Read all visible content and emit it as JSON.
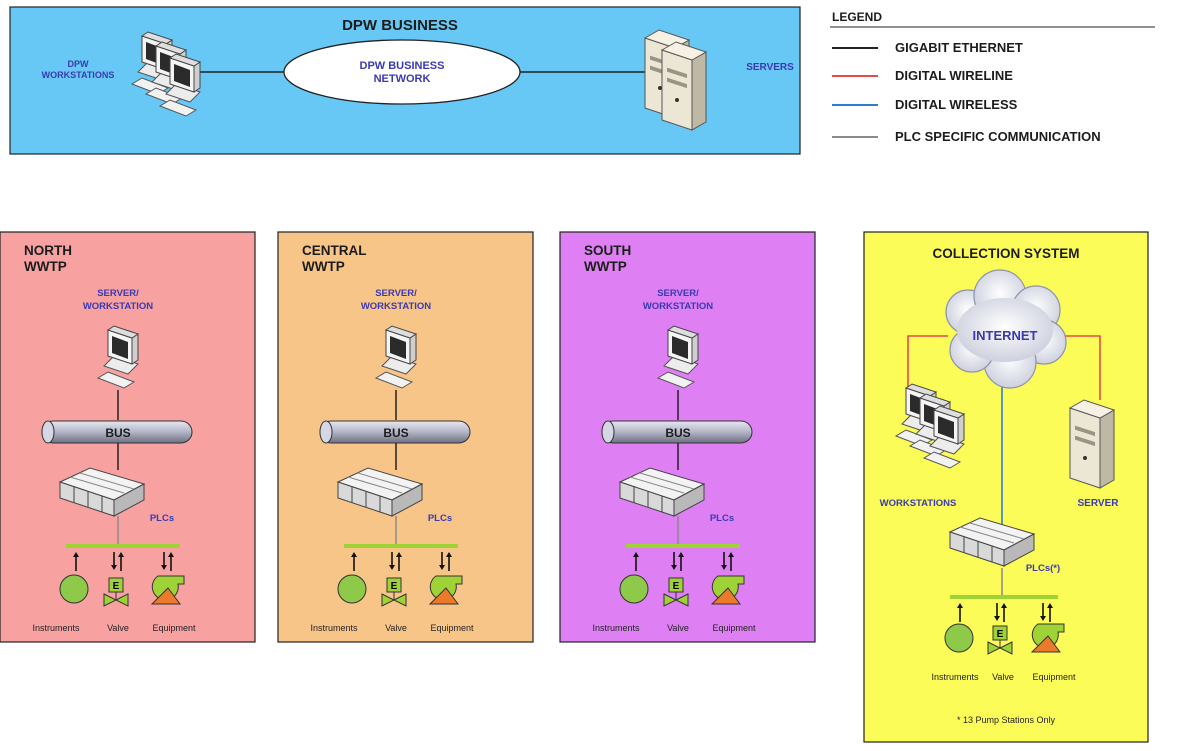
{
  "business": {
    "title": "DPW BUSINESS",
    "network_line1": "DPW BUSINESS",
    "network_line2": "NETWORK",
    "workstations_line1": "DPW",
    "workstations_line2": "WORKSTATIONS",
    "servers": "SERVERS"
  },
  "legend": {
    "title": "LEGEND",
    "items": [
      {
        "label": "GIGABIT ETHERNET",
        "color": "#222222"
      },
      {
        "label": "DIGITAL WIRELINE",
        "color": "#e84a4a"
      },
      {
        "label": "DIGITAL WIRELESS",
        "color": "#2a7fd0"
      },
      {
        "label": "PLC SPECIFIC COMMUNICATION",
        "color": "#8a8a8a"
      }
    ]
  },
  "plants": [
    {
      "title1": "NORTH",
      "title2": "WWTP",
      "bg": "#f7a1a1",
      "server1": "SERVER/",
      "server2": "WORKSTATION",
      "bus": "BUS",
      "plcs": "PLCs",
      "instruments": "Instruments",
      "valve": "Valve",
      "equipment": "Equipment"
    },
    {
      "title1": "CENTRAL",
      "title2": "WWTP",
      "bg": "#f8c589",
      "server1": "SERVER/",
      "server2": "WORKSTATION",
      "bus": "BUS",
      "plcs": "PLCs",
      "instruments": "Instruments",
      "valve": "Valve",
      "equipment": "Equipment"
    },
    {
      "title1": "SOUTH",
      "title2": "WWTP",
      "bg": "#de80f3",
      "server1": "SERVER/",
      "server2": "WORKSTATION",
      "bus": "BUS",
      "plcs": "PLCs",
      "instruments": "Instruments",
      "valve": "Valve",
      "equipment": "Equipment"
    }
  ],
  "collection": {
    "title": "COLLECTION SYSTEM",
    "internet": "INTERNET",
    "workstations": "WORKSTATIONS",
    "server": "SERVER",
    "plcs": "PLCs(*)",
    "instruments": "Instruments",
    "valve": "Valve",
    "equipment": "Equipment",
    "footnote": "* 13 Pump Stations Only",
    "bg": "#fcfc58"
  },
  "valve_letter": "E"
}
